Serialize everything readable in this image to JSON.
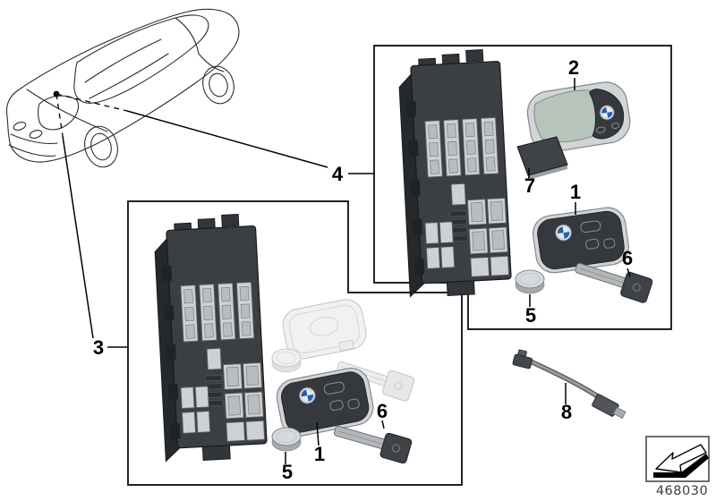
{
  "footer": {
    "doc_number": "468030"
  },
  "callouts": {
    "group_top": "4",
    "group_bottom": "3",
    "display_key": "2",
    "flat_card": "7",
    "key_fob_top": "1",
    "battery_top": "5",
    "key_blade_top": "6",
    "key_fob_bottom": "1",
    "battery_bottom": "5",
    "key_blade_bottom": "6",
    "charging_cable": "8"
  },
  "colors": {
    "outline": "#000000",
    "module_body": "#3b3f43",
    "module_side": "#26292c",
    "connector": "#cdd1d4",
    "chrome": "#d2d5d8",
    "fob_dark": "#35383c",
    "screen": "#b7c4bc",
    "roundel_blue": "#1f5fae",
    "ghost": "#f1f1f1",
    "battery_silver": "#d7dadd",
    "blade_gray": "#b4b7ba",
    "cable_gray": "#989c9f"
  }
}
